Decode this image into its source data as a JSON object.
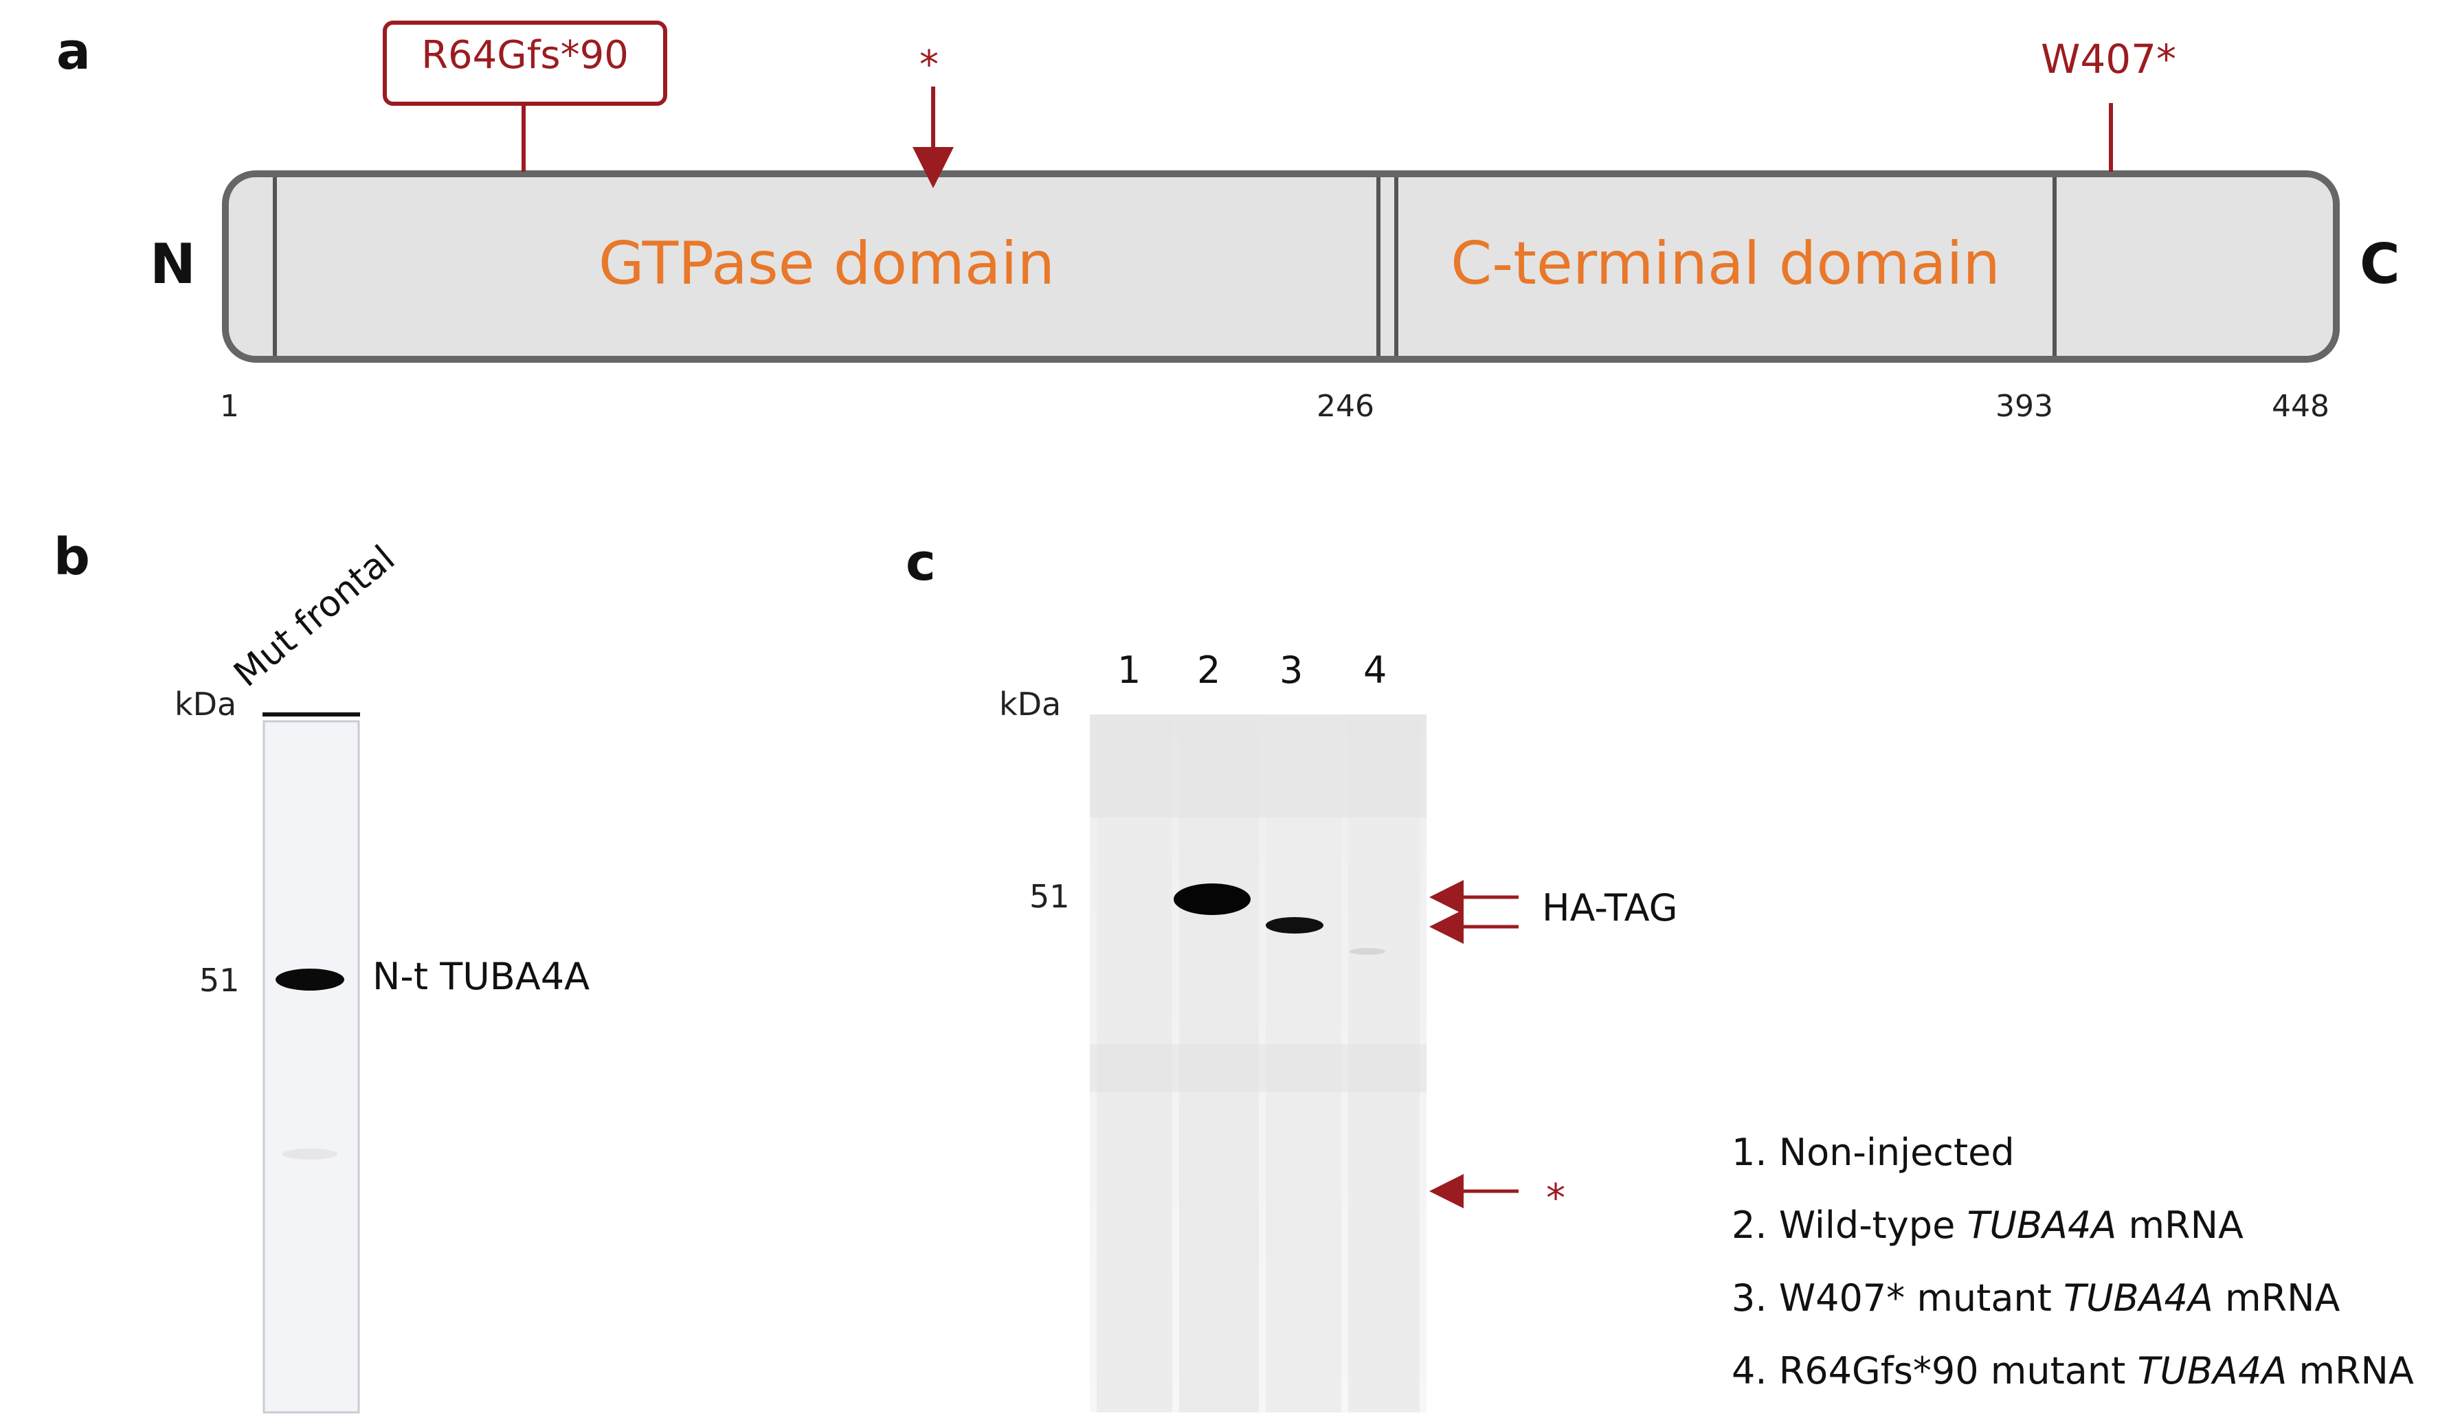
{
  "panel_a": {
    "label": "a",
    "n_terminus": "N",
    "c_terminus": "C",
    "domains": [
      {
        "name": "GTPase domain",
        "start": 1,
        "end": 246
      },
      {
        "name": "C-terminal domain",
        "start": 246,
        "end": 393
      }
    ],
    "positions": [
      "1",
      "246",
      "393",
      "448"
    ],
    "mutations": {
      "frameshift": "R64Gfs*90",
      "star": "*",
      "nonsense": "W407*"
    },
    "colors": {
      "mutation": "#9b1c20",
      "domain_text": "#e8782a",
      "bar_fill": "#e3e3e3",
      "bar_stroke": "#666666"
    }
  },
  "panel_b": {
    "label": "b",
    "lane_label": "Mut frontal",
    "kda_label": "kDa",
    "marker": "51",
    "band_label": "N-t TUBA4A"
  },
  "panel_c": {
    "label": "c",
    "kda_label": "kDa",
    "marker": "51",
    "lanes": [
      "1",
      "2",
      "3",
      "4"
    ],
    "band_label": "HA-TAG",
    "star_label": "*",
    "legend": [
      {
        "num": "1.",
        "before": "Non-injected",
        "gene": "",
        "after": ""
      },
      {
        "num": "2.",
        "before": "Wild-type ",
        "gene": "TUBA4A",
        "after": " mRNA"
      },
      {
        "num": "3.",
        "before": "W407* mutant ",
        "gene": "TUBA4A",
        "after": " mRNA"
      },
      {
        "num": "4.",
        "before": "R64Gfs*90 mutant ",
        "gene": "TUBA4A",
        "after": " mRNA"
      }
    ]
  }
}
